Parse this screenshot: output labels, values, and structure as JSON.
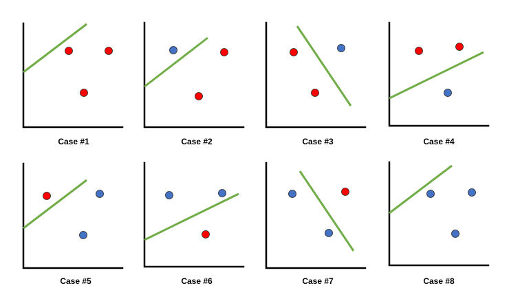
{
  "colors": {
    "axis": "#000000",
    "line": "#70ad47",
    "red_point": "#ff0000",
    "blue_point": "#4472c4",
    "point_outline": "#262626"
  },
  "cases": [
    {
      "label": "Case #1",
      "points": [
        "red",
        "red",
        "red"
      ]
    },
    {
      "label": "Case #2",
      "points": [
        "blue",
        "red",
        "red"
      ]
    },
    {
      "label": "Case #3",
      "points": [
        "red",
        "blue",
        "red"
      ]
    },
    {
      "label": "Case #4",
      "points": [
        "red",
        "red",
        "blue"
      ]
    },
    {
      "label": "Case #5",
      "points": [
        "red",
        "blue",
        "blue"
      ]
    },
    {
      "label": "Case #6",
      "points": [
        "blue",
        "blue",
        "red"
      ]
    },
    {
      "label": "Case #7",
      "points": [
        "blue",
        "red",
        "blue"
      ]
    },
    {
      "label": "Case #8",
      "points": [
        "blue",
        "blue",
        "blue"
      ]
    }
  ]
}
